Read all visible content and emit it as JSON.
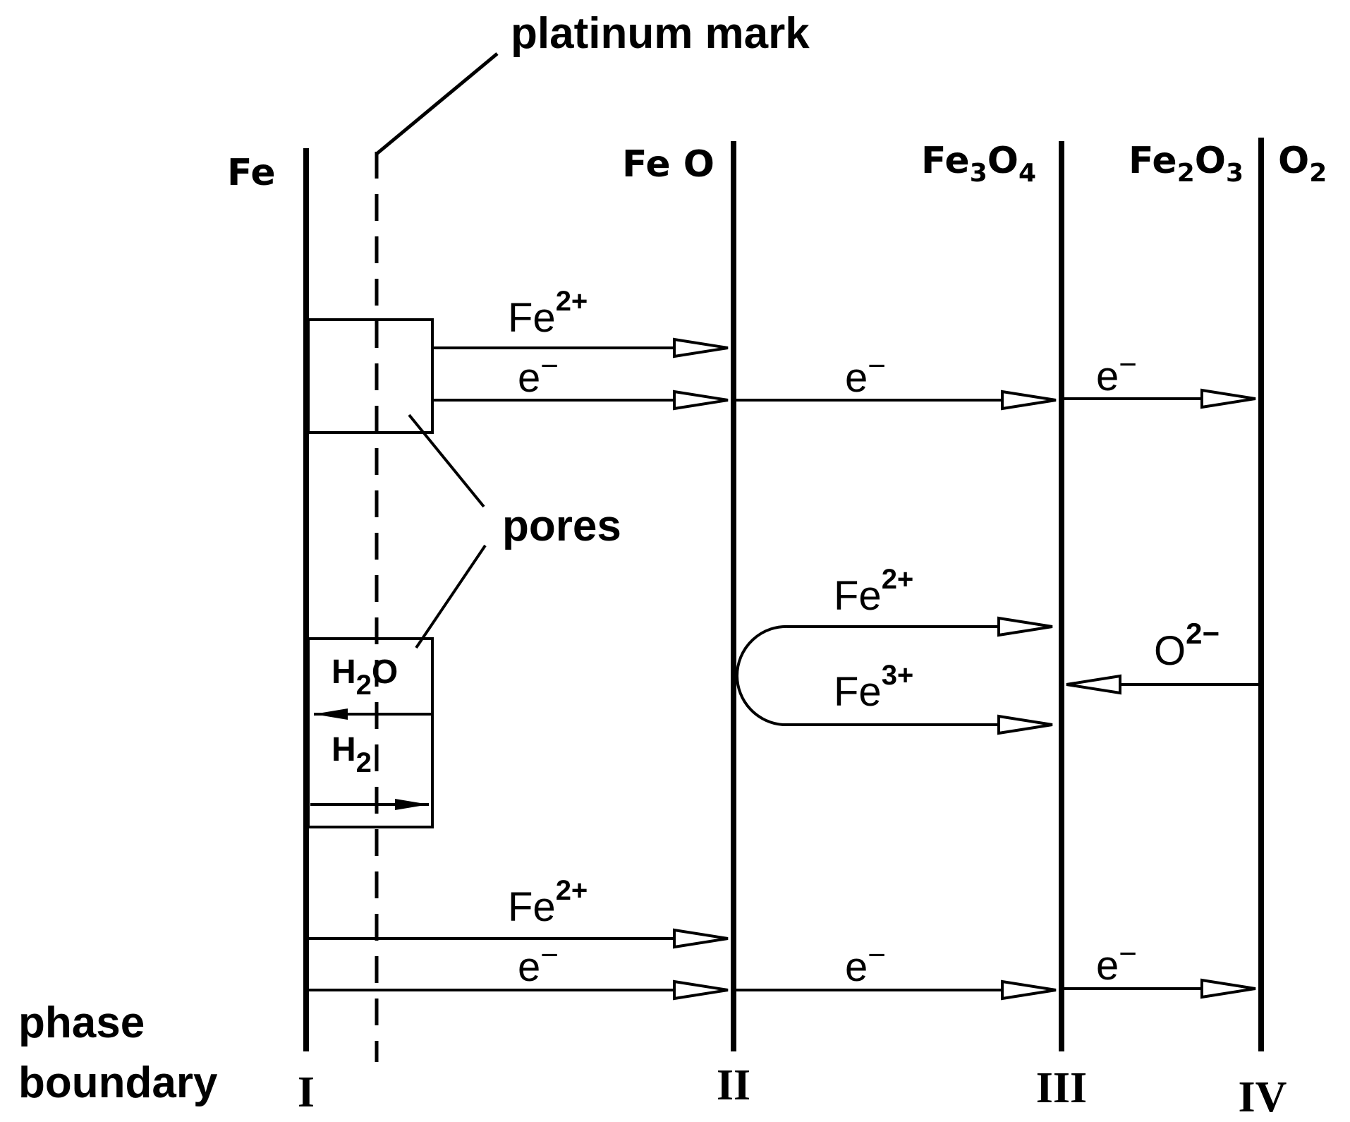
{
  "labels": {
    "platinum_mark": "platinum mark",
    "pores": "pores",
    "phase": "phase",
    "boundary": "boundary"
  },
  "phases": {
    "fe": "Fe",
    "feo": "Fe O",
    "fe3o4": {
      "a": "Fe",
      "b": "3",
      "c": "O",
      "d": "4"
    },
    "fe2o3": {
      "a": "Fe",
      "b": "2",
      "c": "O",
      "d": "3"
    },
    "o2": {
      "a": "O",
      "b": "2"
    }
  },
  "boundaries": [
    "I",
    "II",
    "III",
    "IV"
  ],
  "species": {
    "fe_ion": "Fe",
    "fe2_charge": "2+",
    "fe3_charge": "3+",
    "electron": "e",
    "electron_charge": "−",
    "oxide_ion": "O",
    "oxide_charge": "2−",
    "water": {
      "a": "H",
      "b": "2",
      "c": "O"
    },
    "hydrogen": {
      "a": "H",
      "b": "2"
    }
  }
}
